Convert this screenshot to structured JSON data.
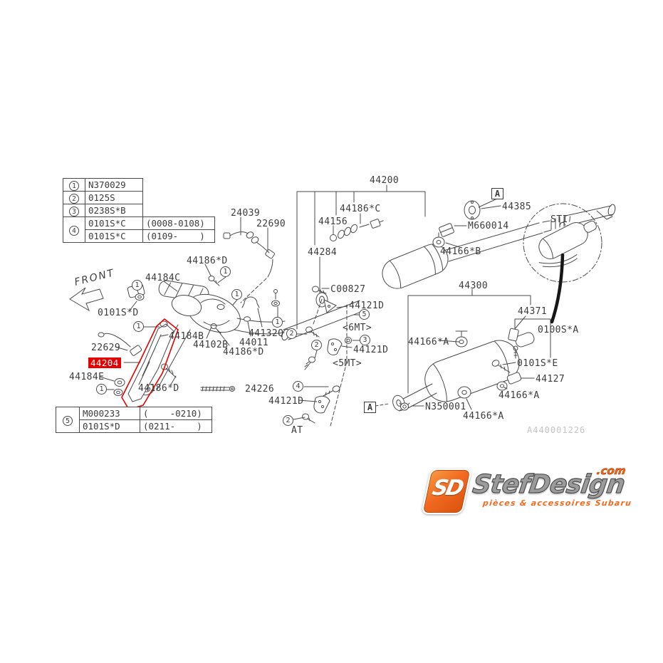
{
  "legend_top": {
    "r1": {
      "ref": "1",
      "part": "N370029"
    },
    "r2": {
      "ref": "2",
      "part": "0125S"
    },
    "r3": {
      "ref": "3",
      "part": "0238S*B"
    },
    "r4": {
      "ref": "4",
      "part": "0101S*C",
      "range": "(0008-0108)"
    },
    "r5": {
      "part": "0101S*C",
      "range": "(0109-    )"
    }
  },
  "legend_bottom": {
    "ref": "5",
    "r1": {
      "part": "M000233",
      "range": "(    -0210)"
    },
    "r2": {
      "part": "0101S*D",
      "range": "(0211-    )"
    }
  },
  "labels": {
    "n44200": "44200",
    "n24039": "24039",
    "n22690": "22690",
    "n44186C": "44186*C",
    "n44156": "44156",
    "n44284": "44284",
    "n44385": "44385",
    "nM660014": "M660014",
    "n44166B": "44166*B",
    "nC00827": "C00827",
    "nSTI": "STI",
    "n44300": "44300",
    "n44371": "44371",
    "n0100SA": "0100S*A",
    "nFRONT": "FRONT",
    "n44184C": "44184C",
    "n44186D": "44186*D",
    "n0101SD": "0101S*D",
    "n22629": "22629",
    "n44204": "44204",
    "n44184E": "44184E",
    "n44184B": "44184B",
    "n44102B": "44102B",
    "n44011": "44011",
    "n44132Q": "44132Q",
    "n44121D": "44121D",
    "n6MT": "<6MT>",
    "n5MT": "<5MT>",
    "n24226": "24226",
    "nAT": "AT",
    "n44166A": "44166*A",
    "n0101SE": "0101S*E",
    "n44127": "44127",
    "nN350001": "N350001",
    "nA": "A"
  },
  "refs": {
    "r1": "1",
    "r2": "2",
    "r3": "3",
    "r4": "4",
    "r5": "5"
  },
  "watermark": "A440001226",
  "logo": {
    "icon": "SD",
    "name": "StefDesign",
    "tld": ".com",
    "tagline": "pièces & accessoires Subaru"
  },
  "colors": {
    "highlight": "#e60000",
    "line": "#4a4a4a",
    "logo_orange": "#f26a21"
  }
}
